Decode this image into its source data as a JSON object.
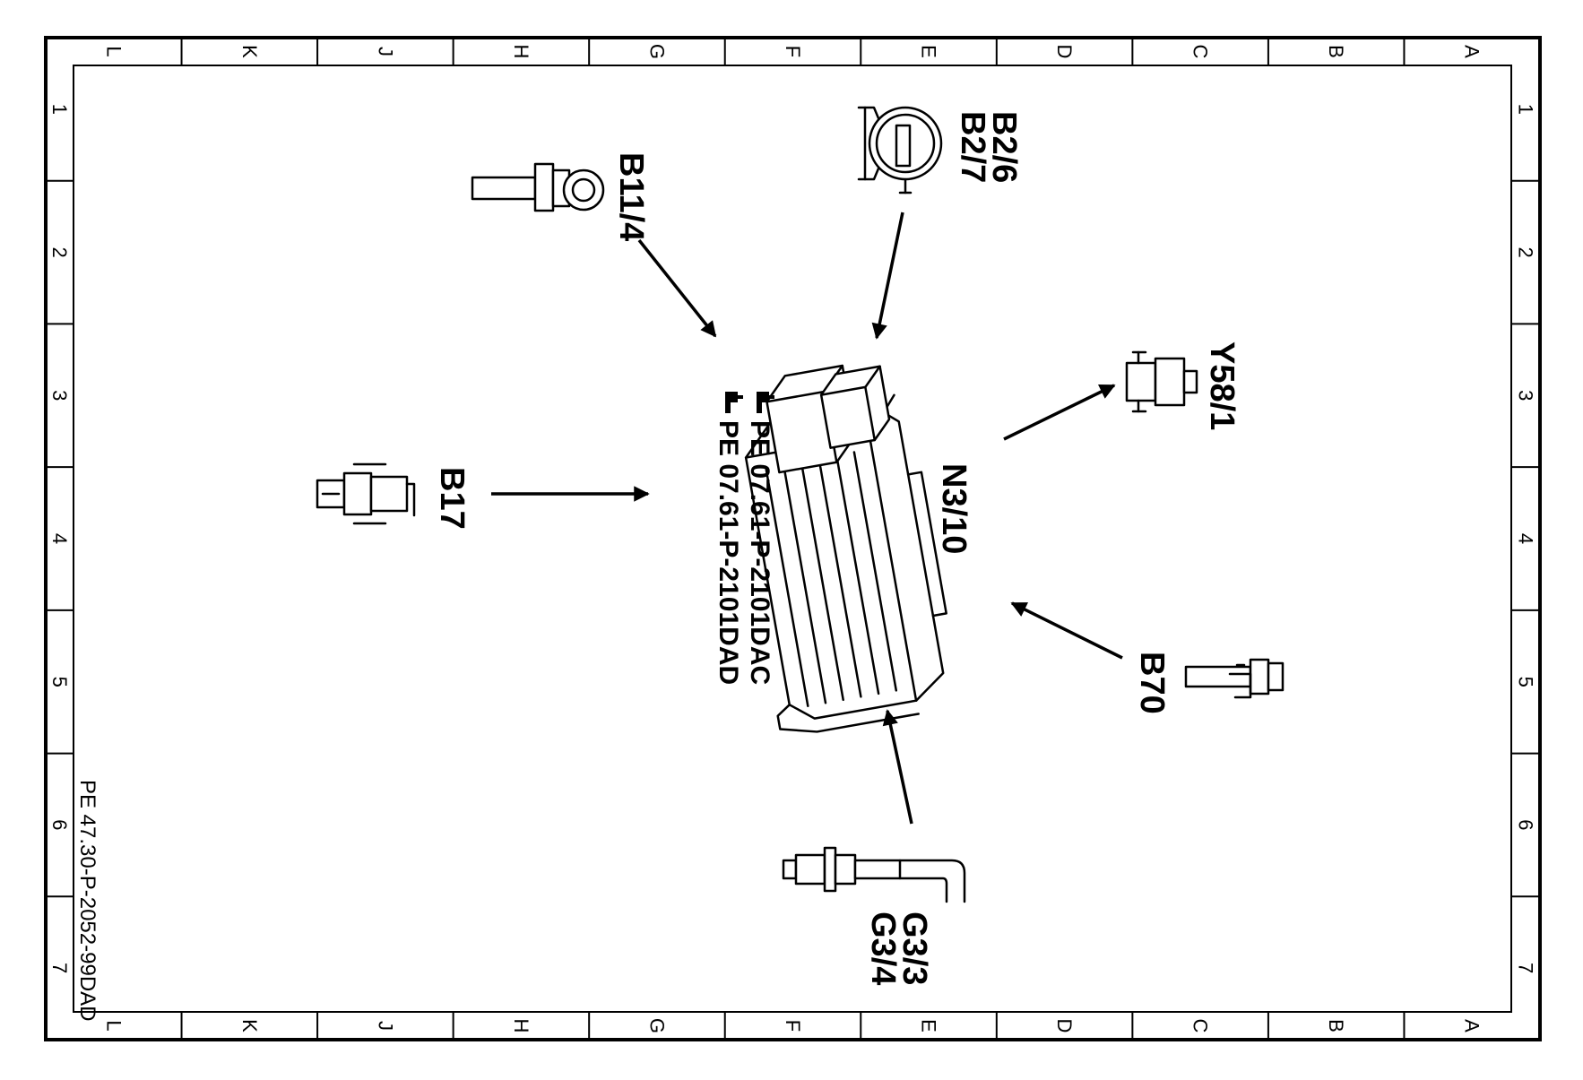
{
  "frame": {
    "letters": [
      "L",
      "K",
      "J",
      "H",
      "G",
      "F",
      "E",
      "D",
      "C",
      "B",
      "A"
    ],
    "numbers": [
      "1",
      "2",
      "3",
      "4",
      "5",
      "6",
      "7"
    ]
  },
  "document_number": "PE 47.30-P-2052-99DAD",
  "components": {
    "control_unit": "N3/10",
    "b2": [
      "B2/6",
      "B2/7"
    ],
    "b11": "B11/4",
    "b17": "B17",
    "y58": "Y58/1",
    "b70": "B70",
    "g3": [
      "G3/3",
      "G3/4"
    ]
  },
  "references": [
    "PE 07.61-P-2101DAC",
    "PE 07.61-P-2101DAD"
  ]
}
